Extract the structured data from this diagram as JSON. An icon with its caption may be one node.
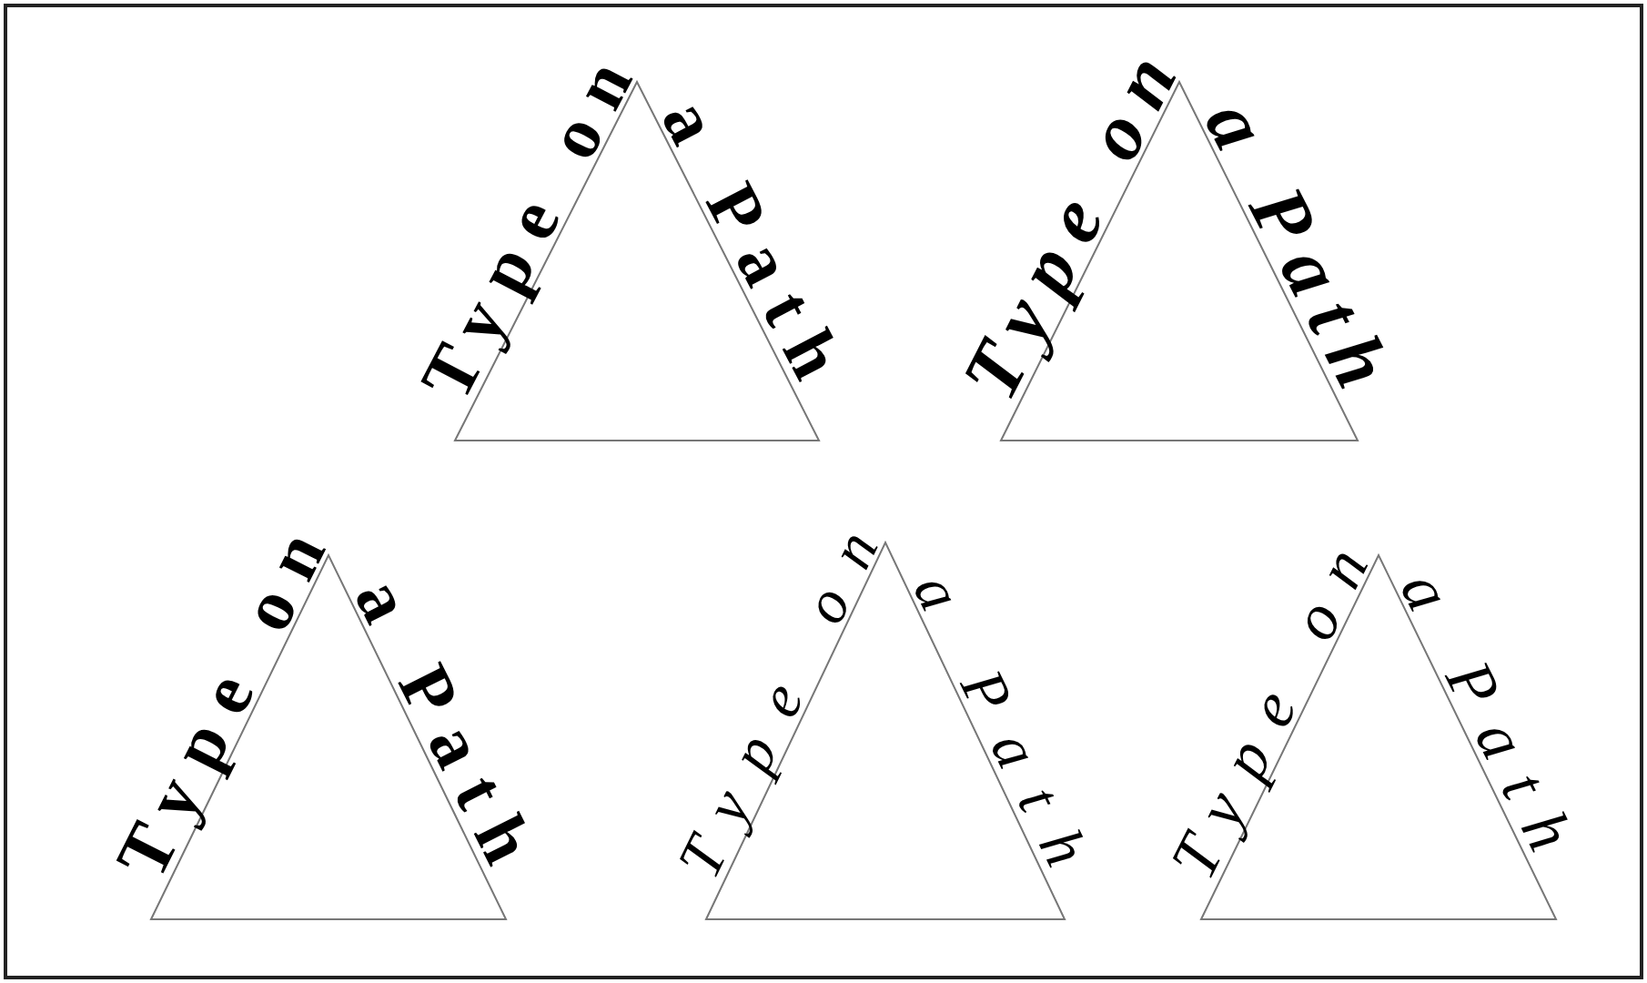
{
  "diagram": {
    "nodes": [
      {
        "text": [
          "Type on a Path"
        ]
      },
      {
        "text": [
          "Type on a Path"
        ]
      },
      {
        "text": [
          "Type on a Path"
        ]
      },
      {
        "text": [
          "Type on a Path"
        ]
      },
      {
        "text": [
          "Type on a Path"
        ]
      }
    ]
  }
}
